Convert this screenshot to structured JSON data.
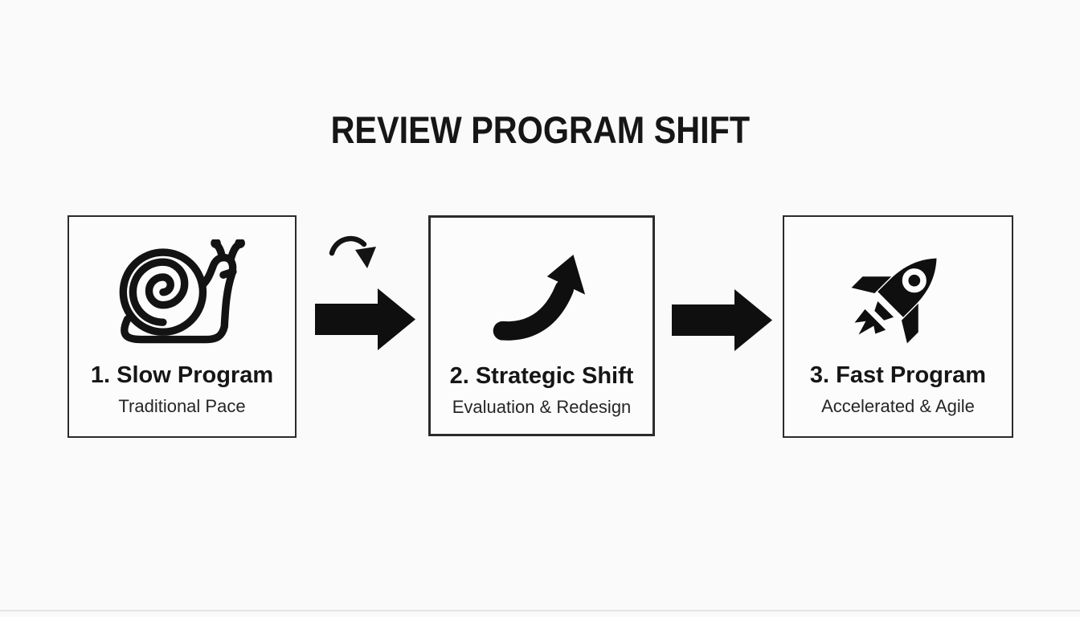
{
  "title": "REVIEW PROGRAM SHIFT",
  "steps": [
    {
      "label": "1. Slow Program",
      "sublabel": "Traditional Pace",
      "icon": "snail-icon"
    },
    {
      "label": "2. Strategic Shift",
      "sublabel": "Evaluation & Redesign",
      "icon": "curved-growth-arrow-icon"
    },
    {
      "label": "3. Fast Program",
      "sublabel": "Accelerated & Agile",
      "icon": "rocket-icon"
    }
  ],
  "connectors": [
    {
      "between": "step-1-and-step-2",
      "icons": [
        "curved-hop-arrow-icon",
        "right-arrow-icon"
      ]
    },
    {
      "between": "step-2-and-step-3",
      "icons": [
        "right-arrow-icon"
      ]
    }
  ],
  "colors": {
    "background": "#fafafa",
    "ink": "#131313",
    "box_border": "#2b2b2b",
    "box_border_emphasis": "#151515",
    "subtitle_text": "#262626",
    "bottom_line": "#e3e3e3"
  }
}
